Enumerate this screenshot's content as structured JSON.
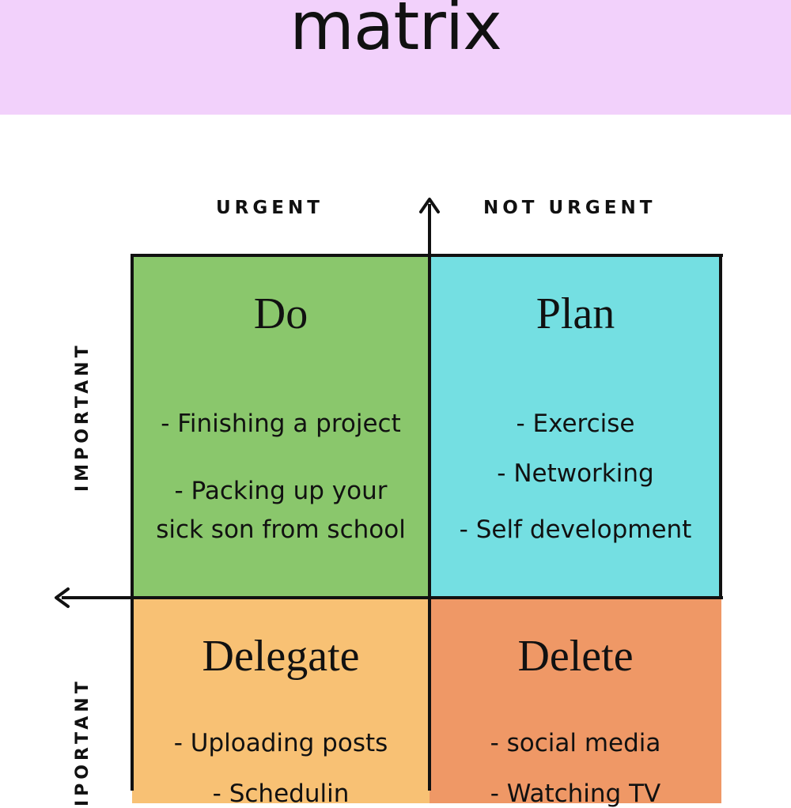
{
  "header": {
    "title": "matrix"
  },
  "axes": {
    "urgent": "URGENT",
    "not_urgent": "NOT URGENT",
    "important": "IMPORTANT",
    "not_important_partial": "IPORTANT"
  },
  "quadrants": {
    "do": {
      "title": "Do",
      "items": [
        "- Finishing a project",
        "- Packing up your",
        "sick son from school"
      ]
    },
    "plan": {
      "title": "Plan",
      "items": [
        "- Exercise",
        "- Networking",
        "- Self development"
      ]
    },
    "delegate": {
      "title": "Delegate",
      "items": [
        "- Uploading posts",
        "- Schedulin"
      ]
    },
    "delete": {
      "title": "Delete",
      "items": [
        "- social media",
        "- Watching TV"
      ]
    }
  },
  "colors": {
    "banner": "#f2d1fb",
    "do": "#8ac76c",
    "plan": "#74dfe2",
    "delegate": "#f8c174",
    "delete": "#ef9866"
  }
}
